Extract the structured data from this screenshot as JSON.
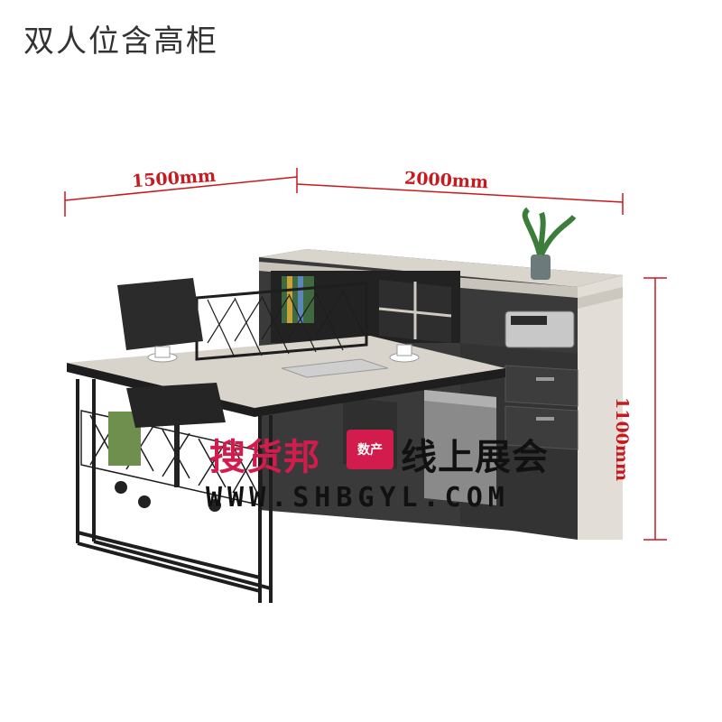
{
  "title": "双人位含高柜",
  "dimensions": {
    "width_desk": "1500mm",
    "width_cabinet": "2000mm",
    "height_cabinet": "1100mm"
  },
  "watermark": {
    "brand": "搜货邦",
    "badge": "数产",
    "expo": "线上展会",
    "url": "WWW.SHBGYL.COM"
  },
  "colors": {
    "dimension": "#c8191e",
    "watermark_red": "#d21c4e",
    "wood": "#d9d5cd",
    "dark": "#2b2b2b"
  }
}
